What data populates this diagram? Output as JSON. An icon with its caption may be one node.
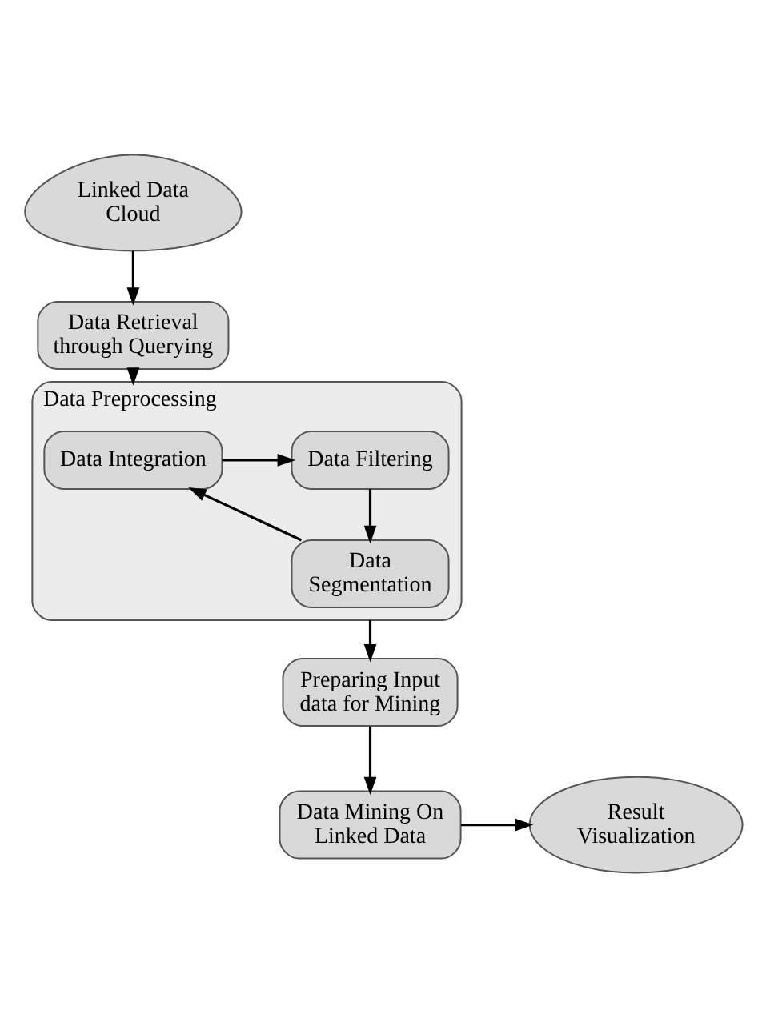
{
  "diagram": {
    "nodes": [
      {
        "text": [
          "Linked Data Cloud"
        ]
      },
      {
        "text": [
          "Data Retrieval through Querying"
        ]
      },
      {
        "text": [
          "Data Preprocessing"
        ]
      },
      {
        "text": [
          "Data Integration"
        ],
        "in": 2
      },
      {
        "text": [
          "Data Filtering"
        ],
        "in": 2
      },
      {
        "text": [
          "Data Segmentation"
        ],
        "in": 2
      },
      {
        "text": [
          "Preparing Input data for Mining"
        ]
      },
      {
        "text": [
          "Data Mining On Linked Data"
        ]
      },
      {
        "text": [
          "Result Visualization"
        ]
      }
    ],
    "edges": [
      {
        "from": 0,
        "to": 1,
        "arrow": "to"
      },
      {
        "from": 1,
        "to": 2,
        "arrow": "to"
      },
      {
        "from": 3,
        "to": 4,
        "arrow": "to"
      },
      {
        "from": 4,
        "to": 5,
        "arrow": "to"
      },
      {
        "from": 5,
        "to": 3,
        "arrow": "to"
      },
      {
        "from": 2,
        "to": 6,
        "arrow": "to"
      },
      {
        "from": 6,
        "to": 7,
        "arrow": "to"
      },
      {
        "from": 7,
        "to": 8,
        "arrow": "to"
      }
    ]
  }
}
